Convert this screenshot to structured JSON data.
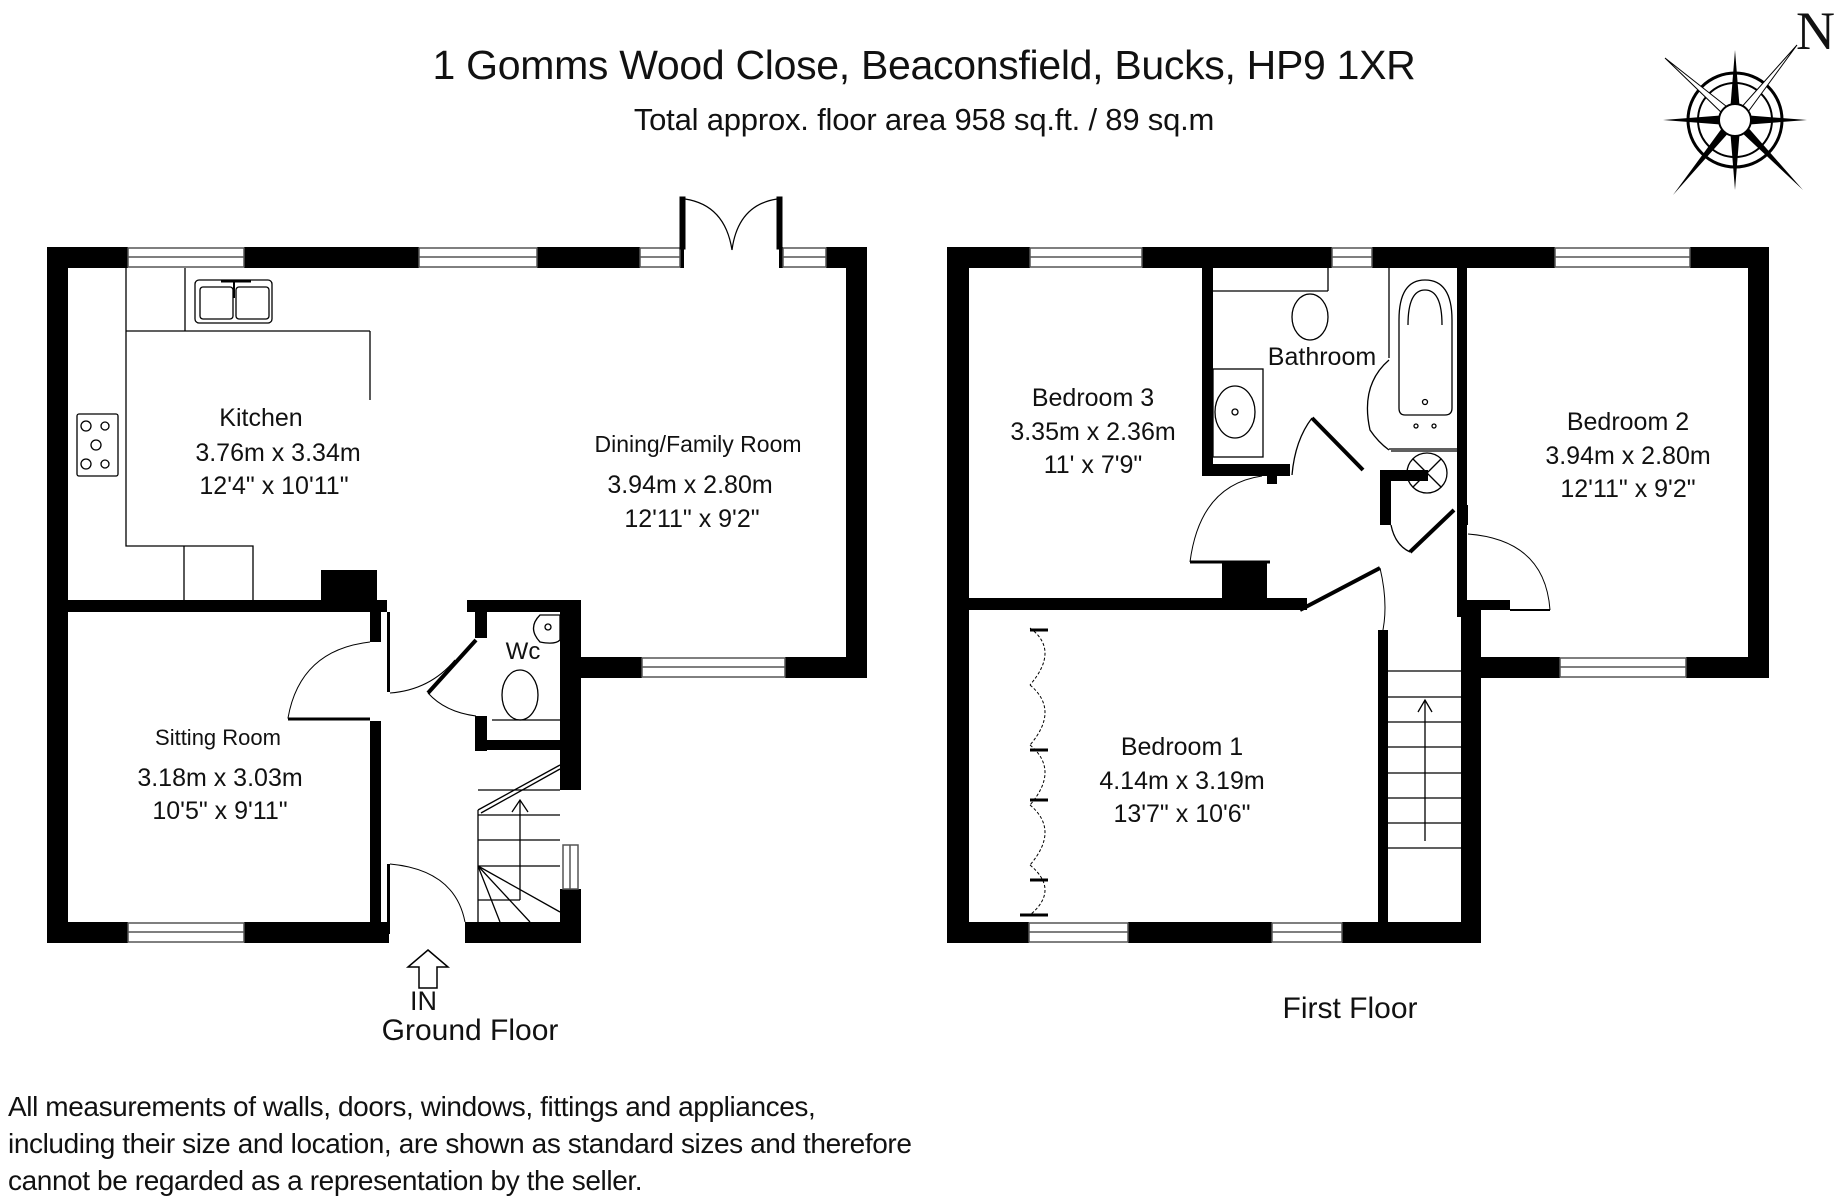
{
  "header": {
    "address": "1 Gomms Wood Close, Beaconsfield, Bucks, HP9 1XR",
    "area": "Total approx. floor area 958 sq.ft. / 89 sq.m"
  },
  "compass": {
    "icon": "compass-rose-icon",
    "north_label": "N"
  },
  "ground_floor": {
    "label": "Ground Floor",
    "entrance_label": "IN",
    "rooms": [
      {
        "name": "Kitchen",
        "metric": "3.76m x 3.34m",
        "imperial": "12'4\" x 10'11\""
      },
      {
        "name": "Dining/Family Room",
        "metric": "3.94m x 2.80m",
        "imperial": "12'11\" x 9'2\""
      },
      {
        "name": "Sitting Room",
        "metric": "3.18m x 3.03m",
        "imperial": "10'5\" x 9'11\""
      },
      {
        "name": "Wc",
        "metric": "",
        "imperial": ""
      }
    ]
  },
  "first_floor": {
    "label": "First Floor",
    "rooms": [
      {
        "name": "Bedroom 3",
        "metric": "3.35m x 2.36m",
        "imperial": "11' x 7'9\""
      },
      {
        "name": "Bathroom",
        "metric": "",
        "imperial": ""
      },
      {
        "name": "Bedroom 2",
        "metric": "3.94m x 2.80m",
        "imperial": "12'11\" x 9'2\""
      },
      {
        "name": "Bedroom 1",
        "metric": "4.14m x 3.19m",
        "imperial": "13'7\" x 10'6\""
      }
    ]
  },
  "disclaimer": {
    "lines": [
      "All measurements of walls, doors, windows, fittings and appliances,",
      "including their size and location, are shown as standard sizes and therefore",
      "cannot be regarded as a representation by the seller."
    ]
  }
}
